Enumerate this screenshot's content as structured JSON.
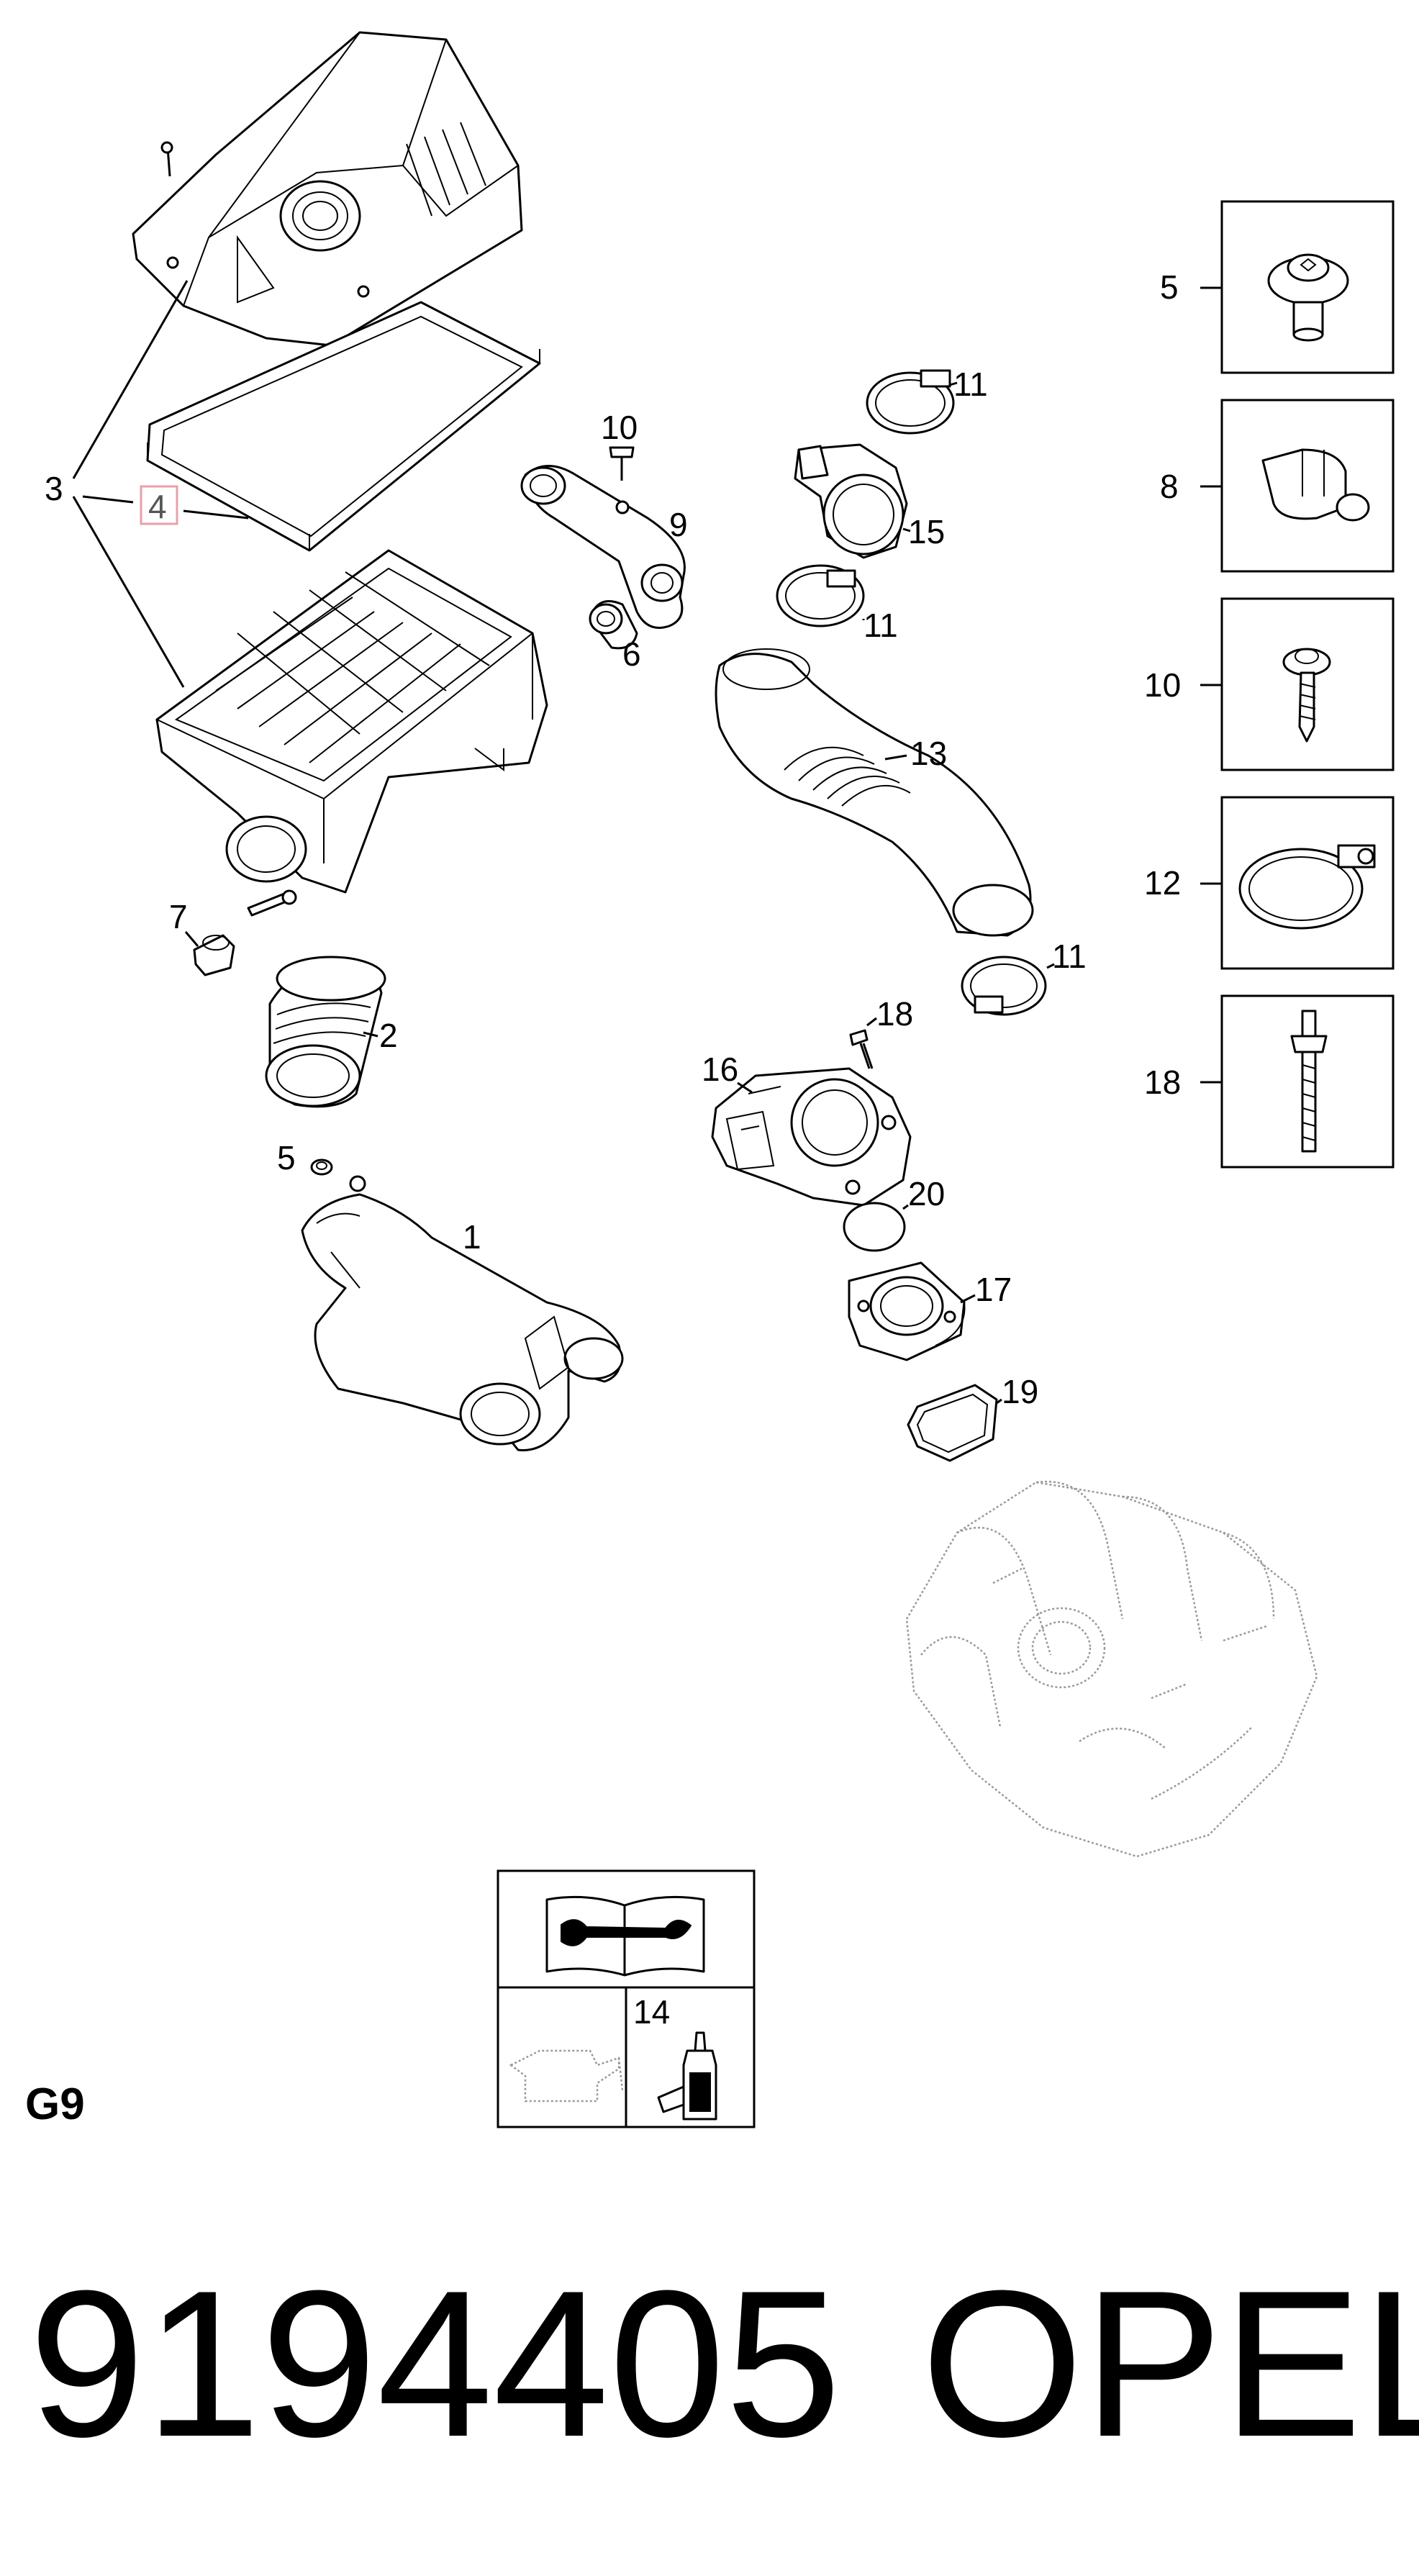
{
  "diagram": {
    "section_code": "G9",
    "part_number": "9194405",
    "brand": "OPEL",
    "highlight_color": "#e8a0a8",
    "callouts": {
      "c3": "3",
      "c4": "4",
      "c10": "10",
      "c9": "9",
      "c6": "6",
      "c11a": "11",
      "c15": "15",
      "c11b": "11",
      "c13": "13",
      "c11c": "11",
      "c7": "7",
      "c2": "2",
      "c18": "18",
      "c16": "16",
      "c20": "20",
      "c5": "5",
      "c1": "1",
      "c17": "17",
      "c19": "19",
      "c14": "14"
    },
    "legend_items": [
      {
        "label": "5",
        "icon": "flange-bolt-icon"
      },
      {
        "label": "8",
        "icon": "clip-icon"
      },
      {
        "label": "10",
        "icon": "screw-icon"
      },
      {
        "label": "12",
        "icon": "hose-clamp-icon"
      },
      {
        "label": "18",
        "icon": "stud-bolt-icon"
      }
    ],
    "info_box": {
      "manual_icon": "repair-manual-icon",
      "oil_icon": "oil-can-icon",
      "sealant_label": "14",
      "sealant_icon": "sealant-bottle-icon"
    }
  }
}
